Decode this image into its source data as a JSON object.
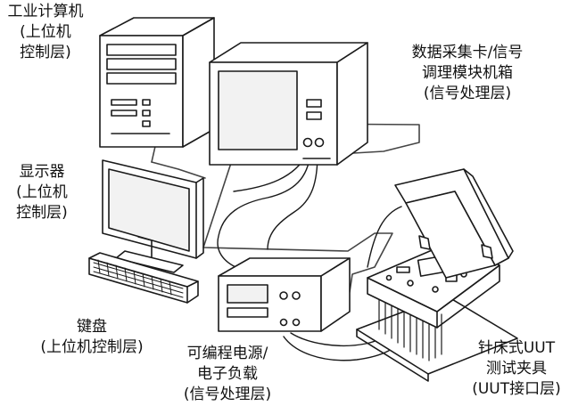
{
  "labels": {
    "industrial_pc": {
      "line1": "工业计算机",
      "line2": "(上位机",
      "line3": "控制层)"
    },
    "daq_module": {
      "line1": "数据采集卡/信号",
      "line2": "调理模块机箱",
      "line3": "(信号处理层)"
    },
    "monitor": {
      "line1": "显示器",
      "line2": "(上位机",
      "line3": "控制层)"
    },
    "keyboard": {
      "line1": "键盘",
      "line2": "(上位机控制层)"
    },
    "power_supply": {
      "line1": "可编程电源/",
      "line2": "电子负载",
      "line3": "(信号处理层)"
    },
    "fixture": {
      "line1": "针床式UUT",
      "line2": "测试夹具",
      "line3": "(UUT接口层)"
    }
  },
  "colors": {
    "stroke": "#1a1a1a",
    "fill": "#ffffff",
    "screen": "#f2f2f2",
    "table": "#fafafa"
  }
}
